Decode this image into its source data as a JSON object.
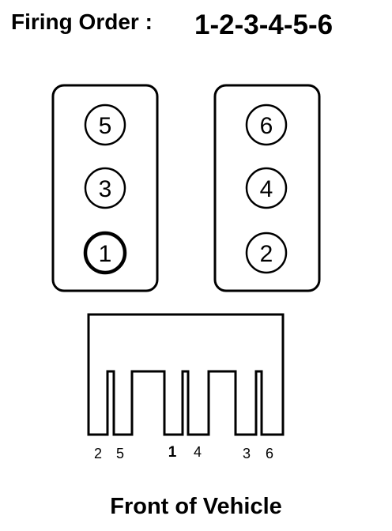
{
  "header": {
    "label": "Firing Order :",
    "order": "1-2-3-4-5-6"
  },
  "left_bank": {
    "cylinders": [
      "5",
      "3",
      "1"
    ]
  },
  "right_bank": {
    "cylinders": [
      "6",
      "4",
      "2"
    ]
  },
  "distributor": {
    "terminals": [
      "2",
      "5",
      "1",
      "4",
      "3",
      "6"
    ],
    "emphasized_terminal": "1"
  },
  "footer": {
    "text": "Front of Vehicle"
  }
}
